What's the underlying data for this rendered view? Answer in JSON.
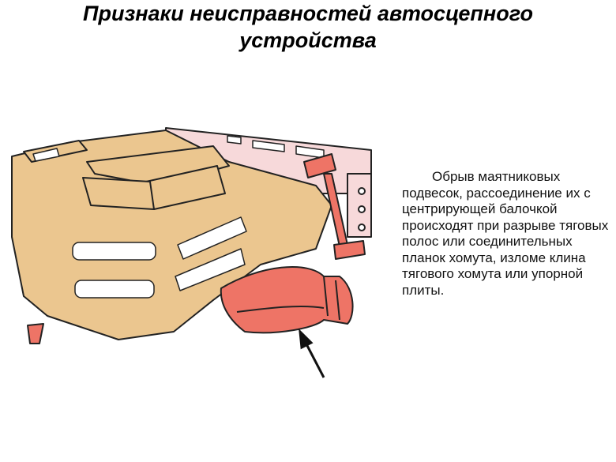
{
  "title": {
    "lines": [
      "Признаки неисправностей автосцепного",
      "устройства"
    ]
  },
  "description": {
    "lines": [
      "Обрыв маятниковых",
      "подвесок, рассоединение их с",
      "центрирующей балочкой",
      "происходят при разрыве тяговых",
      "полос или соединительных",
      "планок хомута, изломе клина",
      "тягового хомута или упорной",
      "плиты."
    ]
  },
  "colors": {
    "body": "#EBC68F",
    "beam": "#F7D9DA",
    "part": "#EE7466",
    "outline": "#222222"
  }
}
